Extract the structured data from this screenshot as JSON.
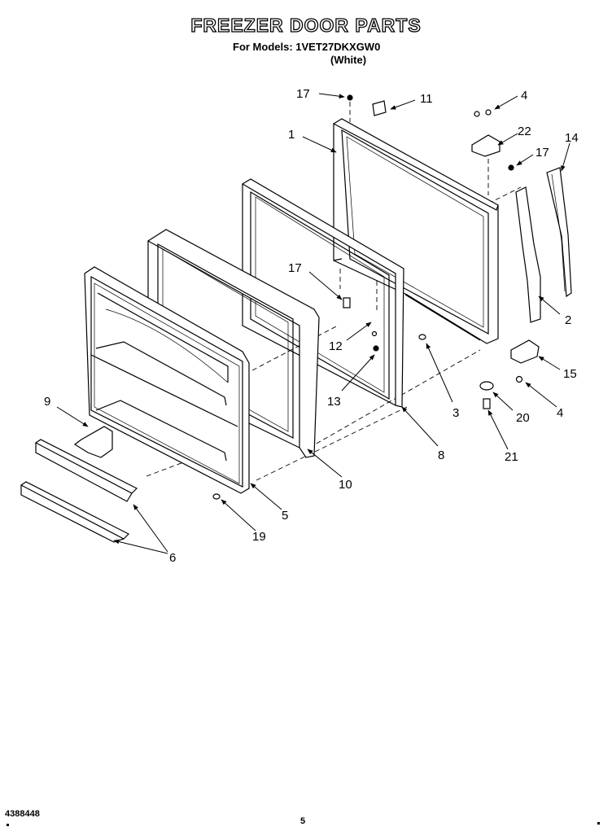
{
  "header": {
    "title": "FREEZER DOOR PARTS",
    "models": "For Models: 1VET27DKXGW0",
    "color": "(White)"
  },
  "footer": {
    "doc_number": "4388448",
    "page_number": "5"
  },
  "callouts": {
    "c1": "1",
    "c2": "2",
    "c3": "3",
    "c4a": "4",
    "c4b": "4",
    "c5": "5",
    "c6": "6",
    "c8": "8",
    "c9": "9",
    "c10": "10",
    "c11": "11",
    "c12": "12",
    "c13": "13",
    "c14": "14",
    "c15": "15",
    "c17a": "17",
    "c17b": "17",
    "c17c": "17",
    "c19": "19",
    "c20": "20",
    "c21": "21",
    "c22": "22"
  }
}
